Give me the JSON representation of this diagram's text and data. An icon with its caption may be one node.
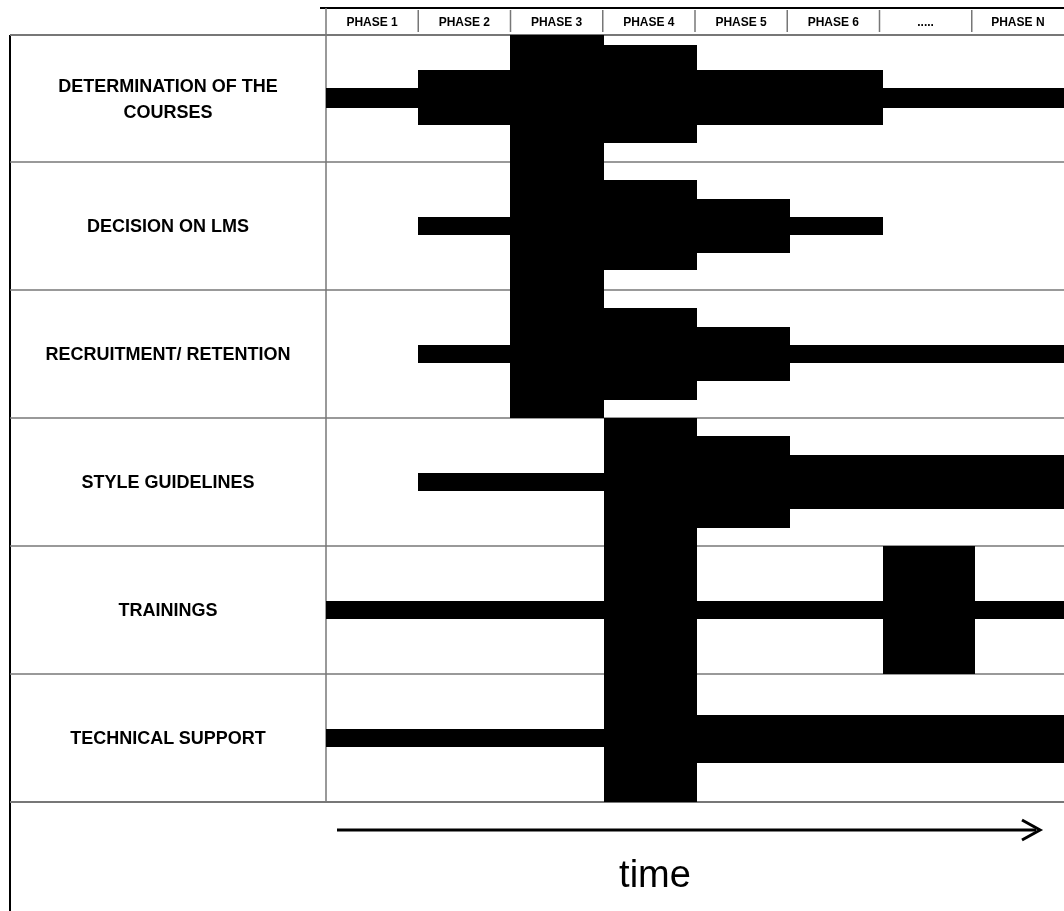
{
  "diagram": {
    "labels": [
      "PHASE 1",
      "PHASE 2",
      "PHASE 3",
      "PHASE 4",
      "PHASE 5",
      "PHASE 6",
      ".....",
      "PHASE N",
      "DETERMINATION OF THE COURSES",
      "DECISION ON LMS",
      "RECRUITMENT/ RETENTION",
      "STYLE GUIDELINES",
      "TRAININGS",
      "TECHNICAL SUPPORT",
      "time"
    ]
  }
}
